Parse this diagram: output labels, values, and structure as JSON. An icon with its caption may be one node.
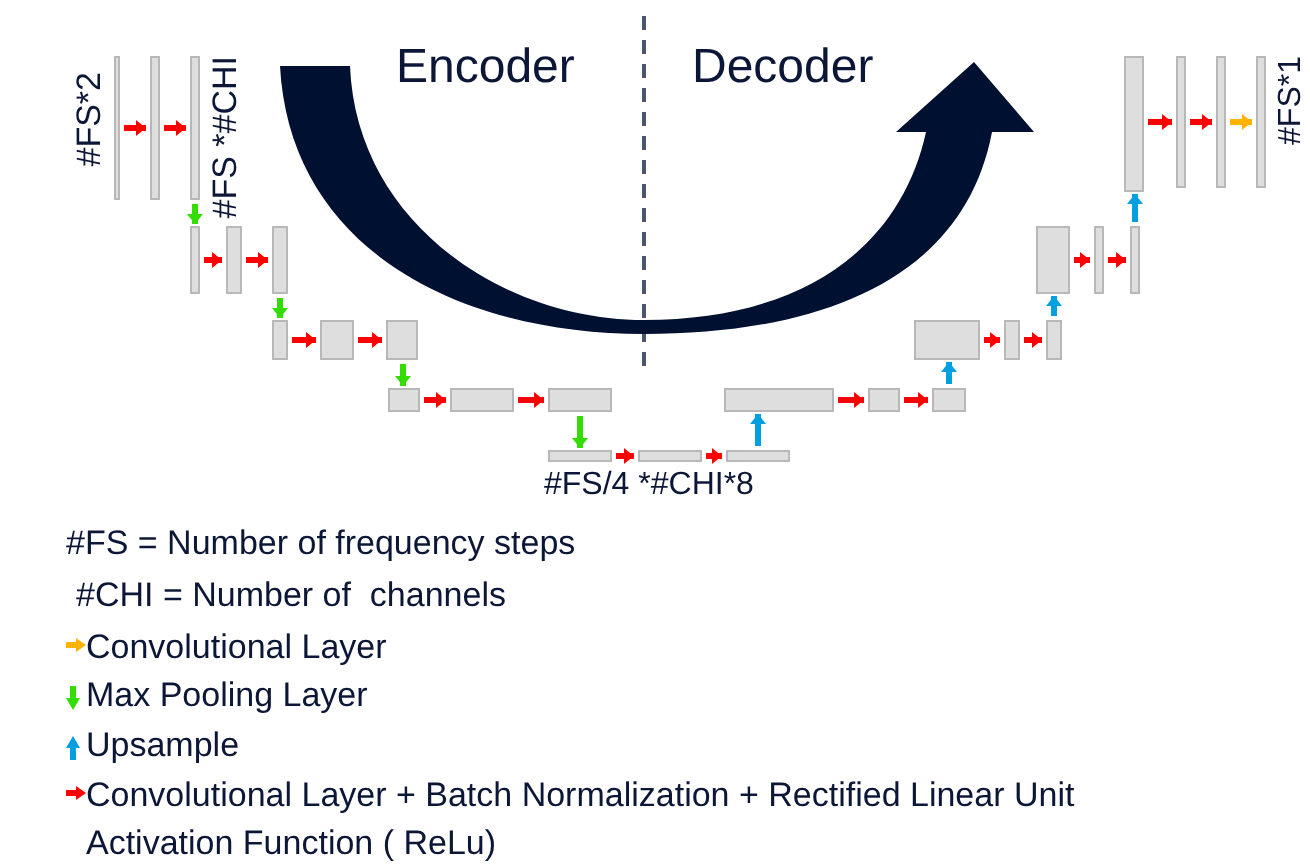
{
  "diagram": {
    "nodes": [
      {
        "text": [],
        "shape": "box"
      },
      {
        "text": [],
        "shape": "box"
      },
      {
        "text": [],
        "shape": "box"
      },
      {
        "text": [],
        "shape": "box"
      },
      {
        "text": [],
        "shape": "box"
      },
      {
        "text": [],
        "shape": "box"
      },
      {
        "text": [],
        "shape": "box"
      },
      {
        "text": [],
        "shape": "box"
      },
      {
        "text": [],
        "shape": "box"
      },
      {
        "text": [],
        "shape": "box"
      },
      {
        "text": [],
        "shape": "box"
      },
      {
        "text": [],
        "shape": "box"
      },
      {
        "text": [],
        "shape": "box"
      },
      {
        "text": [],
        "shape": "box"
      },
      {
        "text": [],
        "shape": "box"
      },
      {
        "text": [],
        "shape": "box"
      },
      {
        "text": [],
        "shape": "box"
      },
      {
        "text": [],
        "shape": "box"
      },
      {
        "text": [],
        "shape": "box"
      },
      {
        "text": [],
        "shape": "box"
      },
      {
        "text": [],
        "shape": "box"
      },
      {
        "text": [],
        "shape": "box"
      },
      {
        "text": [],
        "shape": "box"
      },
      {
        "text": [],
        "shape": "box"
      },
      {
        "text": [],
        "shape": "box"
      },
      {
        "text": [],
        "shape": "box"
      },
      {
        "text": [],
        "shape": "box"
      },
      {
        "text": [],
        "shape": "box"
      }
    ],
    "edges": [
      {
        "from": 0,
        "to": 1,
        "arrow": "to"
      },
      {
        "from": 1,
        "to": 2,
        "arrow": "to"
      },
      {
        "from": 2,
        "to": 3,
        "arrow": "to",
        "color": "#33dd00"
      },
      {
        "from": 3,
        "to": 4,
        "arrow": "to"
      },
      {
        "from": 4,
        "to": 5,
        "arrow": "to"
      },
      {
        "from": 5,
        "to": 6,
        "arrow": "to",
        "color": "#33dd00"
      },
      {
        "from": 6,
        "to": 7,
        "arrow": "to"
      },
      {
        "from": 7,
        "to": 8,
        "arrow": "to"
      },
      {
        "from": 8,
        "to": 9,
        "arrow": "to",
        "color": "#33dd00"
      },
      {
        "from": 9,
        "to": 10,
        "arrow": "to"
      },
      {
        "from": 10,
        "to": 11,
        "arrow": "to"
      },
      {
        "from": 11,
        "to": 12,
        "arrow": "to",
        "color": "#33dd00"
      },
      {
        "from": 12,
        "to": 13,
        "arrow": "to"
      },
      {
        "from": 13,
        "to": 14,
        "arrow": "to"
      },
      {
        "from": 14,
        "to": 15,
        "arrow": "to",
        "color": "#00a0e0"
      },
      {
        "from": 15,
        "to": 16,
        "arrow": "to"
      },
      {
        "from": 16,
        "to": 17,
        "arrow": "to"
      },
      {
        "from": 17,
        "to": 18,
        "arrow": "to",
        "color": "#00a0e0"
      },
      {
        "from": 18,
        "to": 19,
        "arrow": "to"
      },
      {
        "from": 19,
        "to": 20,
        "arrow": "to"
      },
      {
        "from": 20,
        "to": 21,
        "arrow": "to",
        "color": "#00a0e0"
      },
      {
        "from": 21,
        "to": 22,
        "arrow": "to"
      },
      {
        "from": 22,
        "to": 23,
        "arrow": "to"
      },
      {
        "from": 23,
        "to": 24,
        "arrow": "to",
        "color": "#00a0e0"
      },
      {
        "from": 24,
        "to": 25,
        "arrow": "to"
      },
      {
        "from": 25,
        "to": 26,
        "arrow": "to"
      },
      {
        "from": 26,
        "to": 27,
        "arrow": "to",
        "color": "#ffb300"
      }
    ],
    "labels": [
      "Encoder",
      "Decoder",
      "#FS*2",
      "#FS *#CHI",
      "#FS*1",
      "#FS/4 *#CHI*8",
      "#FS = Number of frequency steps",
      "#CHI = Number of  channels"
    ],
    "legend": [
      {
        "text": "Convolutional Layer",
        "color": "#ffb300"
      },
      {
        "text": "Max Pooling Layer",
        "color": "#33dd00"
      },
      {
        "text": "Upsample",
        "color": "#00a0e0"
      },
      {
        "text": "Convolutional Layer + Batch Normalization + Rectified Linear Unit Activation Function ( ReLu)",
        "color": "#ff0000"
      }
    ]
  }
}
